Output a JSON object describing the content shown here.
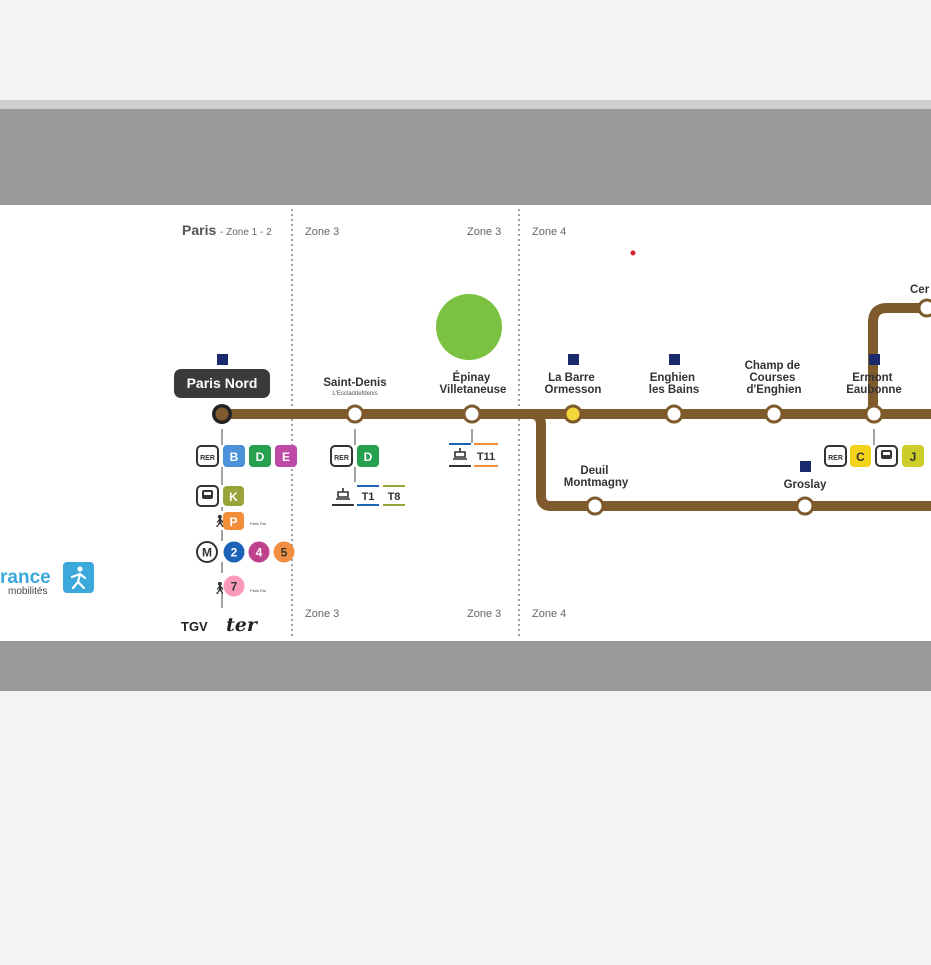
{
  "zones": {
    "paris": "Paris",
    "paris_zone": "- Zone 1 - 2",
    "zone3": "Zone 3",
    "zone4": "Zone 4"
  },
  "stations": {
    "paris_nord": "Paris Nord",
    "saint_denis": "Saint-Denis",
    "saint_denis_sub": "L'Escladdefdenis",
    "epinay": [
      "Épinay",
      "Villetaneuse"
    ],
    "la_barre": [
      "La Barre",
      "Ormesson"
    ],
    "enghien": [
      "Enghien",
      "les Bains"
    ],
    "champ": [
      "Champ de",
      "Courses",
      "d'Enghien"
    ],
    "ermont": [
      "Ermont",
      "Eaubonne"
    ],
    "deuil": [
      "Deuil",
      "Montmagny"
    ],
    "groslay": "Groslay",
    "cer": "Cer"
  },
  "connections": {
    "rer": "RER",
    "paris_nord_rer": [
      "B",
      "D",
      "E"
    ],
    "paris_nord_transilien": [
      "K",
      "P"
    ],
    "metro": "M",
    "paris_nord_metro": [
      "2",
      "4",
      "5",
      "7"
    ],
    "tgv": "TGV",
    "ter": "ter",
    "paris_est_tag": "Paris Est",
    "saint_denis_rer": [
      "D"
    ],
    "saint_denis_tram": [
      "T1",
      "T8"
    ],
    "epinay_tram": [
      "T11"
    ],
    "ermont_rer": [
      "C"
    ],
    "ermont_transilien": [
      "J"
    ]
  },
  "logo": {
    "name": "rance",
    "sub": "mobilités"
  },
  "colors": {
    "line": "#7e5a2c",
    "green_circle": "#7cc242",
    "rer_b": "#4b92db",
    "rer_d": "#25a04f",
    "rer_e": "#bd4aa6",
    "rer_c": "#f3d317",
    "transilien_k": "#9aa43a",
    "transilien_p": "#f28e39",
    "transilien_j": "#cdcd2a",
    "metro_2": "#1c63b8",
    "metro_4": "#be418d",
    "metro_5": "#f28e42",
    "metro_7": "#fa9aba",
    "accessible": "#1a2a6c"
  }
}
